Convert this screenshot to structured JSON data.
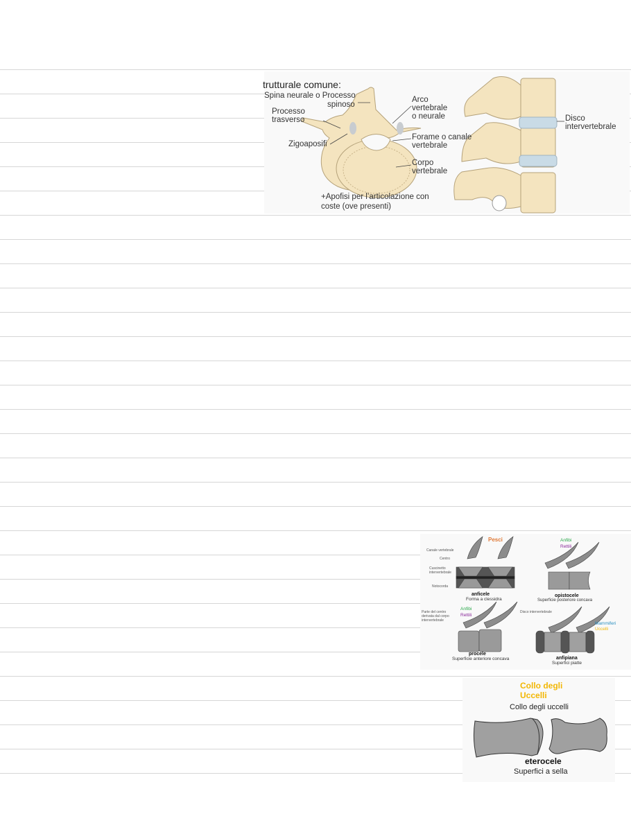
{
  "figure_vertebra": {
    "heading": "trutturale comune:",
    "labels": {
      "spina": "Spina neurale o Processo",
      "spina2": "spinoso",
      "arco1": "Arco",
      "arco2": "vertebrale",
      "arco3": "o neurale",
      "trasverso1": "Processo",
      "trasverso2": "trasverso",
      "zigo": "Zigoaposifi",
      "forame1": "Forame o canale",
      "forame2": "vertebrale",
      "corpo1": "Corpo",
      "corpo2": "vertebrale",
      "apofisi1": "+Apofisi per l’articolazione con",
      "apofisi2": "coste (ove presenti)",
      "disco1": "Disco",
      "disco2": "intervertebrale"
    },
    "colors": {
      "bone": "#f4e4bf",
      "disc": "#c9dbe6"
    }
  },
  "figure_types": {
    "anficele": {
      "group": "Pesci",
      "name": "anficele",
      "desc": "Forma a clessidra",
      "labels": [
        "Canale vertebrale",
        "Centro",
        "Cuscinetto",
        "intervertebrale",
        "Notocorda"
      ]
    },
    "opistocele": {
      "group1": "Anfibi",
      "group2": "Rettili",
      "name": "opistocele",
      "desc": "Superficie posteriore concava"
    },
    "procele": {
      "group1": "Anfibi",
      "group2": "Rettili",
      "name": "procele",
      "desc": "Superficie anteriore concava",
      "labels": [
        "Parte del centro",
        "derivata dal corpo",
        "intervertebrale"
      ]
    },
    "anfipiana": {
      "group1": "Mammiferi",
      "group2": "Uccelli",
      "name": "anfipiana",
      "desc": "Superfici piatte",
      "label": "Disco intervertebrale"
    },
    "colors": {
      "pesci": "#e07b39",
      "anfibi": "#2aa84a",
      "rettili": "#8a2a9a",
      "mammiferi": "#2a8fc0",
      "uccelli": "#f2b705"
    }
  },
  "figure_eterocele": {
    "heading1": "Collo degli",
    "heading2": "Uccelli",
    "subtitle": "Collo degli uccelli",
    "name": "eterocele",
    "desc": "Superfici a sella",
    "colors": {
      "heading": "#f2b705"
    }
  },
  "rules_count": 30
}
